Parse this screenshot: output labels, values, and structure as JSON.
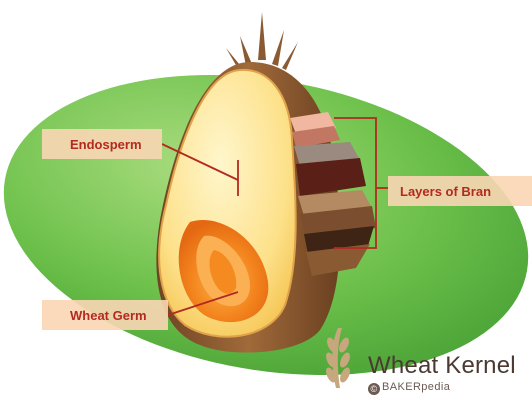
{
  "labels": {
    "endosperm": "Endosperm",
    "layers_of_bran": "Layers of Bran",
    "wheat_germ": "Wheat Germ"
  },
  "brand": {
    "title": "Wheat Kernel",
    "copyright": "BAKERpedia"
  },
  "colors": {
    "background_ellipse": "#6cc04a",
    "endosperm": "#fde7a0",
    "germ": "#f07a18",
    "husk": "#8a5a32",
    "label_bg": "#fad6b4",
    "label_text": "#b32a20",
    "leader_line": "#b32a20"
  }
}
